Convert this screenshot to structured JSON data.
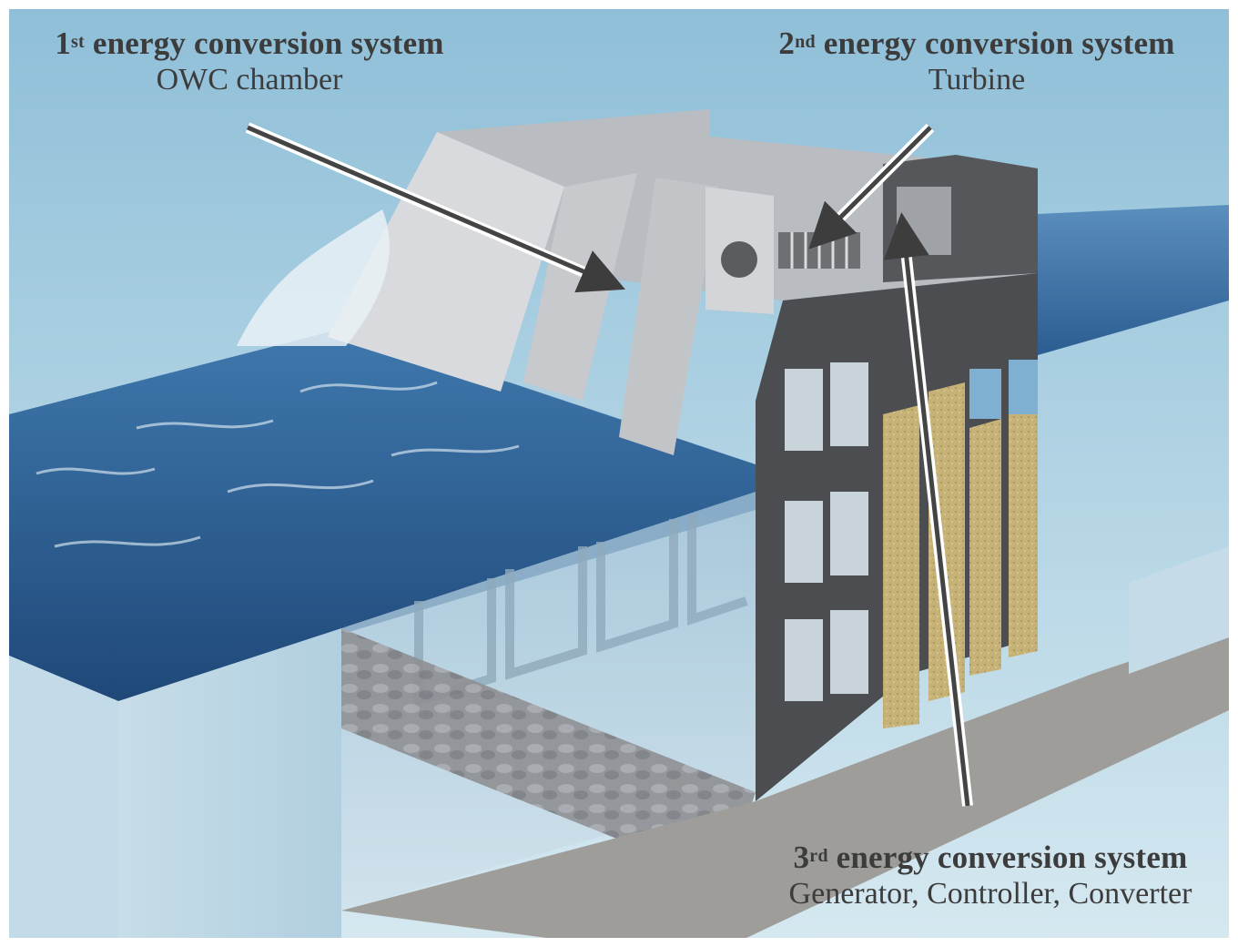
{
  "labels": [
    {
      "id": "first",
      "ordinal": "1",
      "suffix": "st",
      "title": "energy conversion system",
      "subtitle": "OWC chamber"
    },
    {
      "id": "second",
      "ordinal": "2",
      "suffix": "nd",
      "title": "energy conversion system",
      "subtitle": "Turbine"
    },
    {
      "id": "third",
      "ordinal": "3",
      "suffix": "rd",
      "title": "energy conversion system",
      "subtitle": "Generator, Controller, Converter"
    }
  ],
  "colors": {
    "sky": "#a9cfe2",
    "sea": "#2f5f93",
    "concrete": "#c9ccd0",
    "dark_section": "#4a4c50",
    "sand_fill": "#c8b47a",
    "seabed": "#9d9c98",
    "arrow": "#444444"
  }
}
